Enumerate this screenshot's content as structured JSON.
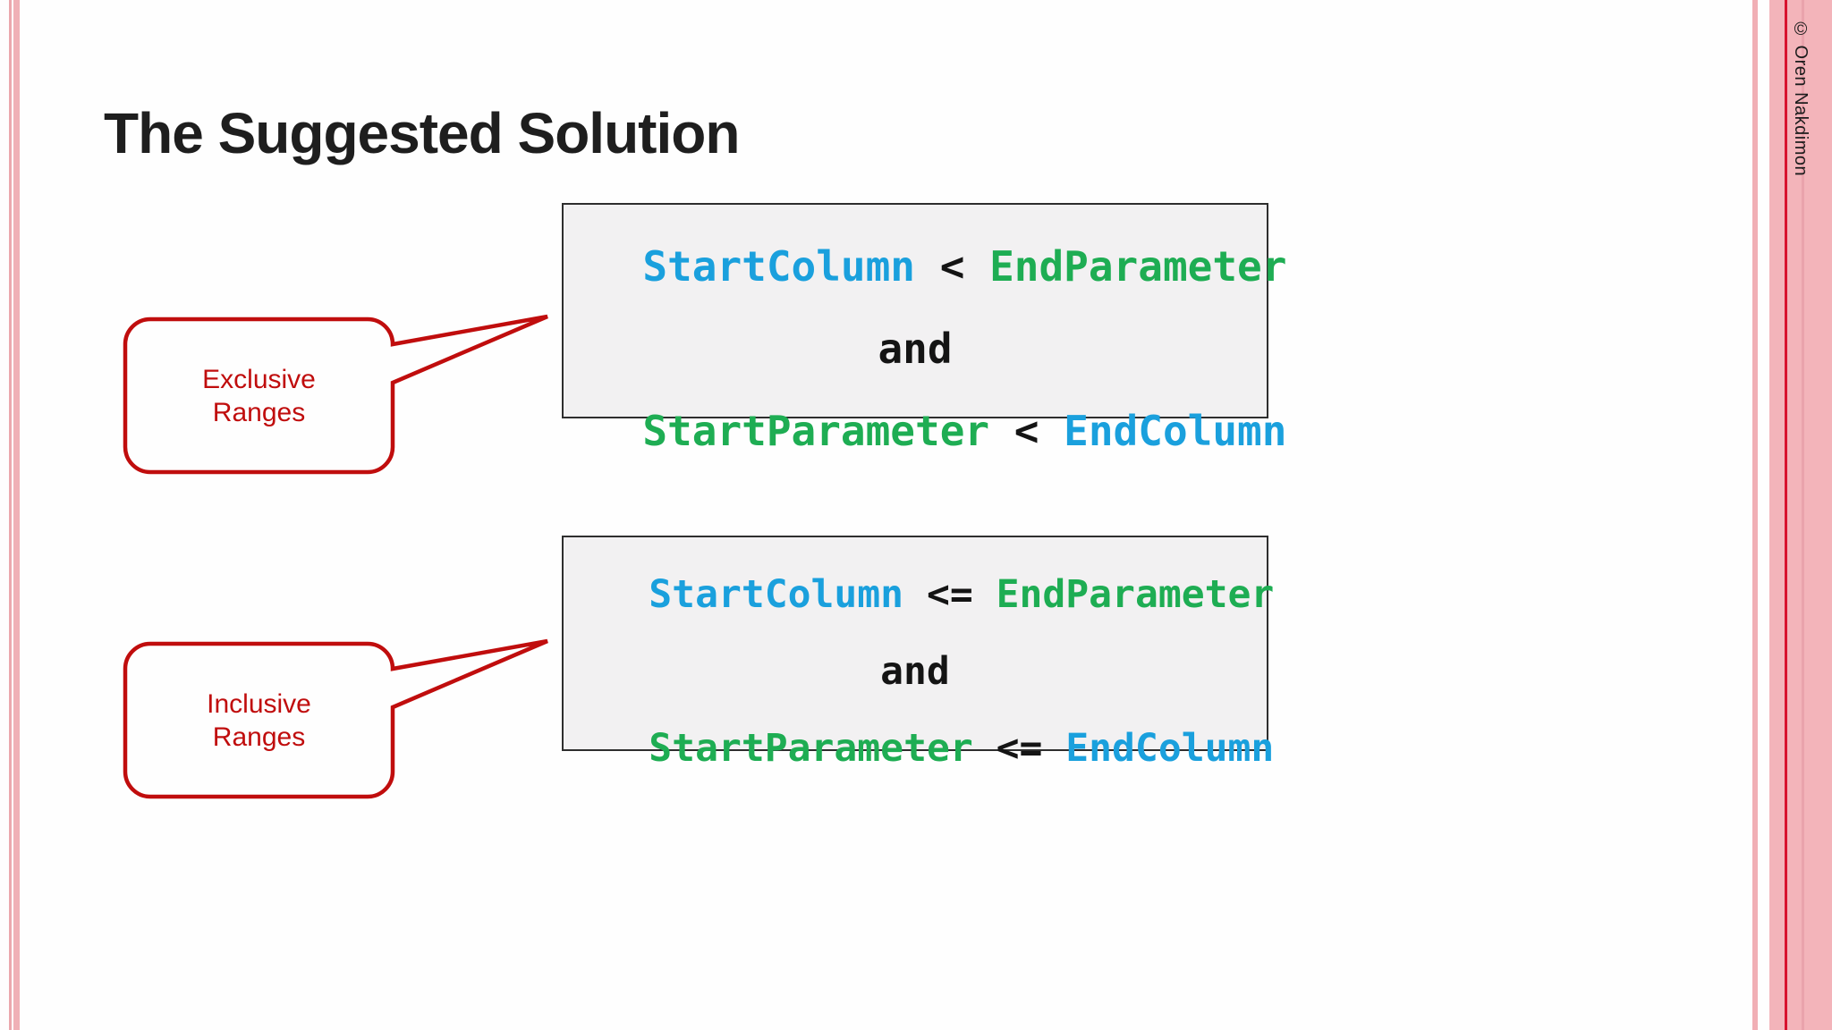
{
  "title": "The Suggested Solution",
  "copyright": "© Oren Nakdimon",
  "boxes": {
    "exclusive": {
      "row1": {
        "left": "StartColumn",
        "op": "<",
        "right": "EndParameter"
      },
      "conj": "and",
      "row3": {
        "left": "StartParameter",
        "op": "<",
        "right": "EndColumn"
      }
    },
    "inclusive": {
      "row1": {
        "left": "StartColumn",
        "op": "<=",
        "right": "EndParameter"
      },
      "conj": "and",
      "row3": {
        "left": "StartParameter",
        "op": "<=",
        "right": "EndColumn"
      }
    }
  },
  "callouts": {
    "exclusive": {
      "line1": "Exclusive",
      "line2": "Ranges"
    },
    "inclusive": {
      "line1": "Inclusive",
      "line2": "Ranges"
    }
  },
  "colors": {
    "code_blue": "#1aa0dd",
    "code_green": "#1ead53",
    "code_black": "#141414",
    "callout_red": "#c00d0d",
    "box_background": "#f2f1f2",
    "box_border": "#2e2e2e",
    "edge_pink": "#f3b4ba",
    "edge_red_line": "#d8122e"
  }
}
